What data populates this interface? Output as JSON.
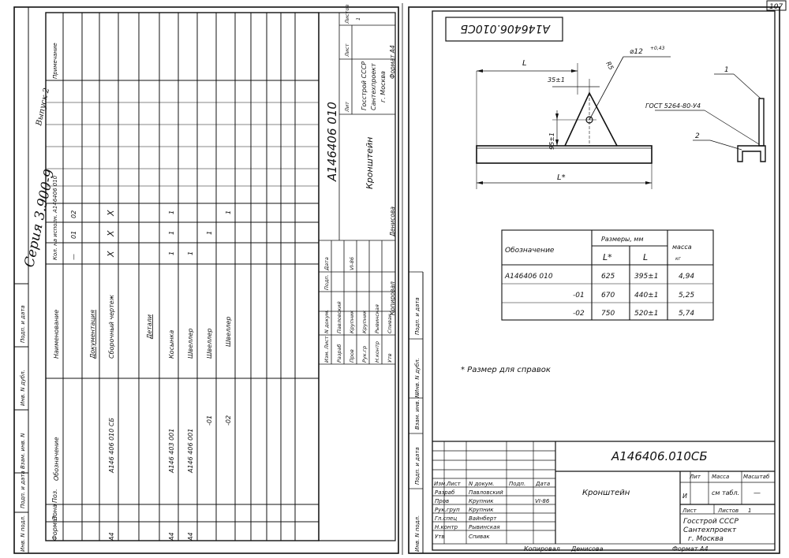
{
  "sheet_number": "107",
  "left_sheet": {
    "series_title": "Серия 3.900-9",
    "series_note": "Выпуск 2",
    "doc_code": "А146406 010",
    "product_name": "Кронштейн",
    "header_cols": {
      "format": "Формат",
      "zone": "Зона",
      "pos": "Поз.",
      "designation": "Обозначение",
      "name": "Наименование",
      "qty": "Кол. на исполн. А146406 010",
      "note": "Примечание"
    },
    "exec_cols": [
      "—",
      "01",
      "02"
    ],
    "rows": [
      {
        "format": "",
        "designation": "",
        "name": "Документация",
        "marks": [
          "",
          "",
          ""
        ]
      },
      {
        "format": "А4",
        "designation": "А146 406 010 СБ",
        "name": "Сборочный чертеж",
        "marks": [
          "X",
          "X",
          "X"
        ]
      },
      {
        "format": "",
        "designation": "",
        "name": "Детали",
        "marks": [
          "",
          "",
          ""
        ]
      },
      {
        "format": "А4",
        "designation": "А146 403 001",
        "name": "Косынка",
        "marks": [
          "1",
          "1",
          "1"
        ]
      },
      {
        "format": "А4",
        "designation": "А146 406 001",
        "name": "Швеллер",
        "marks": [
          "1",
          "",
          ""
        ]
      },
      {
        "format": "",
        "designation": "-01",
        "name": "Швеллер",
        "marks": [
          "",
          "1",
          ""
        ]
      },
      {
        "format": "",
        "designation": "-02",
        "name": "Швеллер",
        "marks": [
          "",
          "",
          "1"
        ]
      }
    ],
    "signatures": [
      {
        "role": "Разраб",
        "name": "Павловский"
      },
      {
        "role": "Пров",
        "name": "Крупник"
      },
      {
        "role": "Рук.гр",
        "name": "Крупник"
      },
      {
        "role": "Н.контр",
        "name": "Рывинская"
      },
      {
        "role": "Утв",
        "name": "Спивак"
      }
    ],
    "sig_header": [
      "Изм.",
      "Лист",
      "N докум.",
      "Подп.",
      "Дата"
    ],
    "sig_date": "VI-86",
    "lit_label": "Лит",
    "list_label": "Лист",
    "lists_label": "Листов",
    "lists_value": "1",
    "org": [
      "Госстрой СССР",
      "Сантехпроект",
      "г. Москва"
    ],
    "copied": "Копировал",
    "copier": "Денисова",
    "format_label": "Формат А4",
    "side_labels": [
      "Инв. N подл.",
      "Подп. и дата",
      "Взам. инв. N",
      "Инв. N дубл.",
      "Подп. и дата"
    ]
  },
  "right_sheet": {
    "stamp_code": "А146406.010СБ",
    "stamp_code_rotated": "А146406.010СБ",
    "product_name": "Кронштейн",
    "dims": {
      "L": "L",
      "Lstar": "L*",
      "d35": "35±1",
      "d95": "95±1",
      "r": "R5",
      "hole": "⌀12",
      "hole_tol": "+0,43",
      "gost": "ГОСТ 5264-80-У4",
      "pos1": "1",
      "pos2": "2"
    },
    "table": {
      "designation_header": "Обозначение",
      "sizes_header": "Размеры, мм",
      "col_Lstar": "L*",
      "col_L": "L",
      "mass_header": "масса",
      "mass_unit": "кг",
      "rows": [
        {
          "designation": "А146406 010",
          "Lstar": "625",
          "L": "395±1",
          "mass": "4,94"
        },
        {
          "designation": "-01",
          "Lstar": "670",
          "L": "440±1",
          "mass": "5,25"
        },
        {
          "designation": "-02",
          "Lstar": "750",
          "L": "520±1",
          "mass": "5,74"
        }
      ]
    },
    "note": "* Размер для справок",
    "sig_header": [
      "Изм.",
      "Лист",
      "N докум.",
      "Подп.",
      "Дата"
    ],
    "signatures": [
      {
        "role": "Разраб",
        "name": "Павловский"
      },
      {
        "role": "Пров",
        "name": "Крупник"
      },
      {
        "role": "Рук.груп",
        "name": "Крупник"
      },
      {
        "role": "Гл.спец",
        "name": "Вайнберт"
      },
      {
        "role": "Н.контр",
        "name": "Рывинская"
      },
      {
        "role": "Утв",
        "name": "Спивак"
      }
    ],
    "sig_date": "VI-86",
    "lit_label": "Лит",
    "mass_label": "Масса",
    "scale_label": "Масштаб",
    "mass_value": "см табл.",
    "scale_value": "—",
    "lit_value": "И",
    "list_label": "Лист",
    "lists_label": "Листов",
    "lists_value": "1",
    "org": [
      "Госстрой СССР",
      "Сантехпроект",
      "г. Москва"
    ],
    "copied": "Копировал",
    "copier": "Денисова",
    "format_label": "Формат А4",
    "side_labels": [
      "Инв. N подл.",
      "Подп. и дата",
      "Взам. инв. N",
      "Инв. N дубл.",
      "Подп. и дата"
    ]
  }
}
